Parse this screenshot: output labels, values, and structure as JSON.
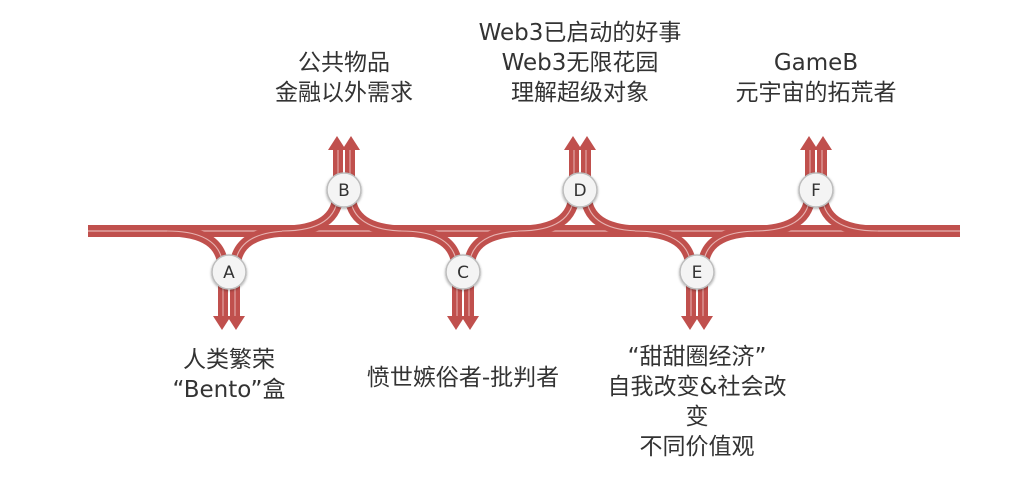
{
  "nodes": [
    {
      "id": "A",
      "letter": "A",
      "direction": "down",
      "lines": [
        "人类繁荣",
        "“Bento”盒"
      ]
    },
    {
      "id": "B",
      "letter": "B",
      "direction": "up",
      "lines": [
        "公共物品",
        "金融以外需求"
      ]
    },
    {
      "id": "C",
      "letter": "C",
      "direction": "down",
      "lines": [
        "愤世嫉俗者-批判者"
      ]
    },
    {
      "id": "D",
      "letter": "D",
      "direction": "up",
      "lines": [
        "Web3已启动的好事",
        "Web3无限花园",
        "理解超级对象"
      ]
    },
    {
      "id": "E",
      "letter": "E",
      "direction": "down",
      "lines": [
        "“甜甜圈经济”",
        "自我改变&社会改",
        "变",
        "不同价值观"
      ]
    },
    {
      "id": "F",
      "letter": "F",
      "direction": "up",
      "lines": [
        "GameB",
        "元宇宙的拓荒者"
      ]
    }
  ],
  "colors": {
    "track": "#c0504d",
    "track_highlight": "#e7b4b2",
    "node_fill": "#f4f4f4",
    "node_stroke": "#bdbdbd",
    "text": "#333333"
  }
}
